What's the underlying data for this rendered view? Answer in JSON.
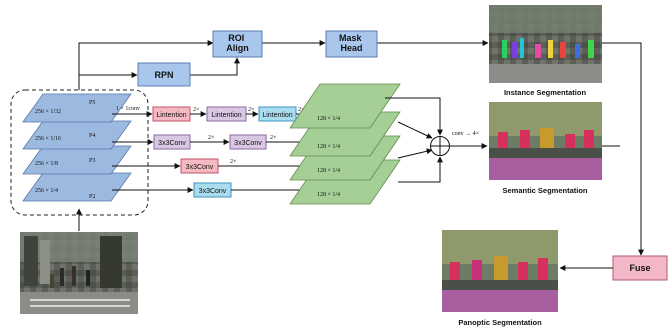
{
  "colors": {
    "blue_box": "#a9c7ec",
    "blue_box_stroke": "#5a7db3",
    "pink_box": "#f4b9c1",
    "pink_box_stroke": "#c0546a",
    "purple_box": "#d9c7e3",
    "purple_box_stroke": "#8a6aa0",
    "cyan_box": "#a9dcef",
    "cyan_box_stroke": "#3d94bd",
    "fpn_plane": "#9cb9e0",
    "fpn_plane_stroke": "#5576a8",
    "green_plane": "#a6cf96",
    "green_plane_stroke": "#5f8a4f",
    "fuse_box": "#f2b8c8",
    "fuse_box_stroke": "#b8557a"
  },
  "boxes": {
    "roi_align": "ROI Align",
    "mask_head": "Mask Head",
    "rpn": "RPN",
    "fuse": "Fuse"
  },
  "fpn_levels": [
    {
      "name": "P5",
      "scale": "256 × 1/32"
    },
    {
      "name": "P4",
      "scale": "256 × 1/16"
    },
    {
      "name": "P3",
      "scale": "256 × 1/8"
    },
    {
      "name": "P2",
      "scale": "256 × 1/4"
    }
  ],
  "conv_boxes": {
    "lintention_1": "Lintention",
    "lintention_2": "Lintention",
    "lintention_3": "Lintention",
    "conv_p4_1": "3x3Conv",
    "conv_p4_2": "3x3Conv",
    "conv_p3": "3x3Conv",
    "conv_p2": "3x3Conv"
  },
  "edge_labels": {
    "one_by_one_conv": "1 × 1conv",
    "up_2x": "2×",
    "sum_up": "conv → 4×"
  },
  "green_planes": [
    "128 × 1/4",
    "128 × 1/4",
    "128 × 1/4",
    "128 × 1/4"
  ],
  "captions": {
    "instance": "Instance Segmentation",
    "semantic": "Semantic Segmentation",
    "panoptic": "Panoptic Segmentation"
  }
}
